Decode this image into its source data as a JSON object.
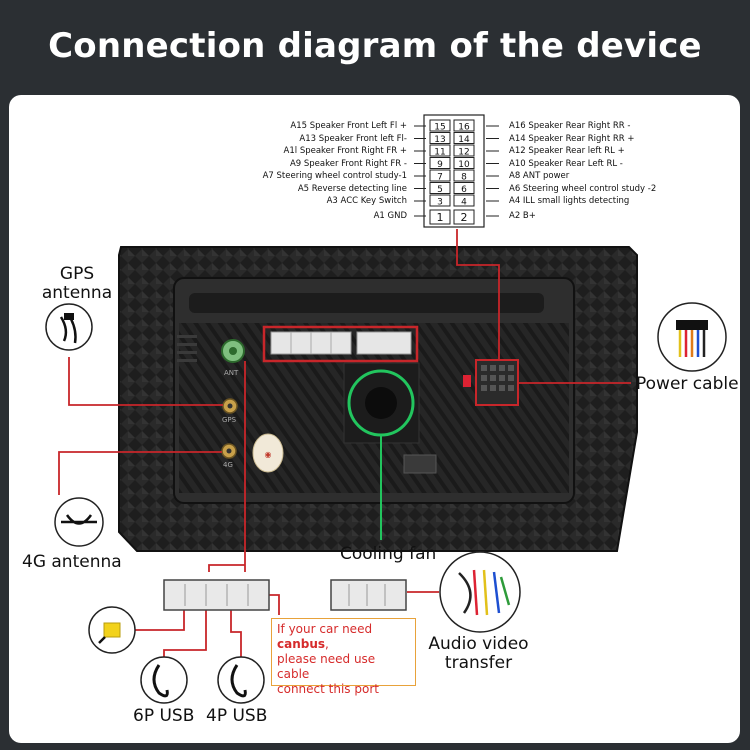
{
  "title": "Connection diagram of the device",
  "pins_left": [
    {
      "label": "A15 Speaker Front Left Fl +",
      "num": "15"
    },
    {
      "label": "A13 Speaker Front left Fl-",
      "num": "13"
    },
    {
      "label": "A1l Speaker Front Right FR +",
      "num": "11"
    },
    {
      "label": "A9 Speaker Front Right FR -",
      "num": "9"
    },
    {
      "label": "A7 Steering wheel control study-1",
      "num": "7"
    },
    {
      "label": "A5 Reverse detecting line",
      "num": "5"
    },
    {
      "label": "A3 ACC Key Switch",
      "num": "3"
    },
    {
      "label": "A1 GND",
      "num": "1"
    }
  ],
  "pins_right": [
    {
      "label": "A16 Speaker Rear Right RR -",
      "num": "16"
    },
    {
      "label": "A14 Speaker Rear Right RR +",
      "num": "14"
    },
    {
      "label": "A12 Speaker Rear left RL +",
      "num": "12"
    },
    {
      "label": "A10 Speaker Rear Left RL -",
      "num": "10"
    },
    {
      "label": "A8 ANT power",
      "num": "8"
    },
    {
      "label": "A6 Steering wheel control study -2",
      "num": "6"
    },
    {
      "label": "A4 ILL small lights detecting",
      "num": "4"
    },
    {
      "label": "A2 B+",
      "num": "2"
    }
  ],
  "labels": {
    "gps": "GPS antenna",
    "power": "Power cable",
    "cooling": "Cooling fan",
    "antenna4g": "4G antenna",
    "audio": "Audio video transfer",
    "usb6p": "6P USB",
    "usb4p": "4P USB",
    "ant_marking": "ANT",
    "gps_marking": "GPS",
    "marking_4g": "4G"
  },
  "note": {
    "line1_prefix": "If your car need ",
    "line1_emph": "canbus",
    "line1_suffix": ",",
    "line2": "please need use cable",
    "line3": "connect this port"
  },
  "colors": {
    "background": "#2b2f33",
    "panel": "#ffffff",
    "callout_red": "#c8262a",
    "fan_green": "#22c55e",
    "note_border": "#e8a23a"
  }
}
